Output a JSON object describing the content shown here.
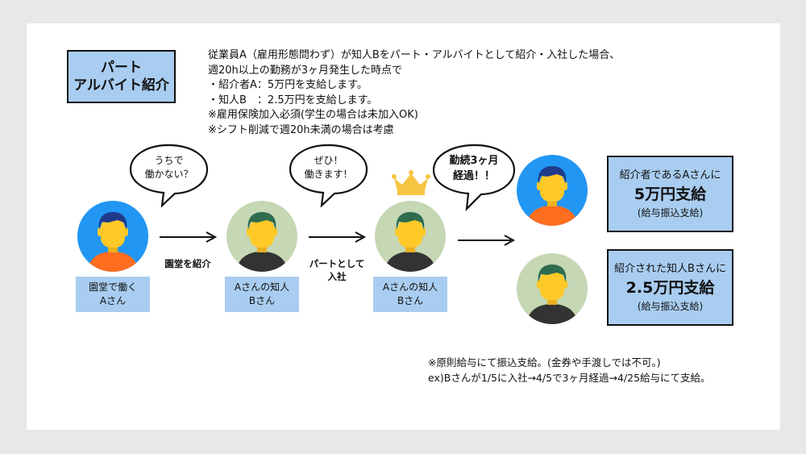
{
  "title": {
    "line1": "パート",
    "line2": "アルバイト紹介"
  },
  "description": [
    "従業員A（雇用形態問わず）が知人Bをパート・アルバイトとして紹介・入社した場合、",
    "週20h以上の勤務が3ヶ月発生した時点で",
    "・紹介者A：5万円を支給します。",
    "・知人B　：2.5万円を支給します。",
    "※雇用保険加入必須(学生の場合は未加入OK)",
    "※シフト削減で週20h未満の場合は考慮"
  ],
  "flow": {
    "person_a": {
      "bubble": [
        "うちで",
        "働かない？"
      ],
      "label": [
        "園堂で働く",
        "Aさん"
      ]
    },
    "arrow1_label": [
      "園堂を紹介"
    ],
    "person_b": {
      "bubble": [
        "ぜひ！",
        "働きます！"
      ],
      "label": [
        "Aさんの知人",
        "Bさん"
      ]
    },
    "arrow2_label": [
      "パートとして",
      "入社"
    ],
    "person_b_crowned": {
      "bubble": [
        "勤続3ヶ月",
        "経過！！"
      ],
      "label": [
        "Aさんの知人",
        "Bさん"
      ]
    }
  },
  "payouts": [
    {
      "line1": "紹介者であるAさんに",
      "amount": "5万円支給",
      "note": "(給与振込支給)"
    },
    {
      "line1": "紹介された知人Bさんに",
      "amount": "2.5万円支給",
      "note": "(給与振込支給)"
    }
  ],
  "footer": [
    "※原則給与にて振込支給。(金券や手渡しでは不可。)",
    "ex)Bさんが1/5に入社→4/5で3ヶ月経過→4/25給与にて支給。"
  ],
  "colors": {
    "box_blue": "#a9cdf0",
    "avatar_blue_bg": "#2196f3",
    "avatar_green_bg": "#c5d7b4",
    "skin": "#ffc928",
    "hair": "#2e6b4f",
    "shirt_orange": "#ff6d1f",
    "shirt_dark": "#333333",
    "crown": "#f5c542"
  }
}
